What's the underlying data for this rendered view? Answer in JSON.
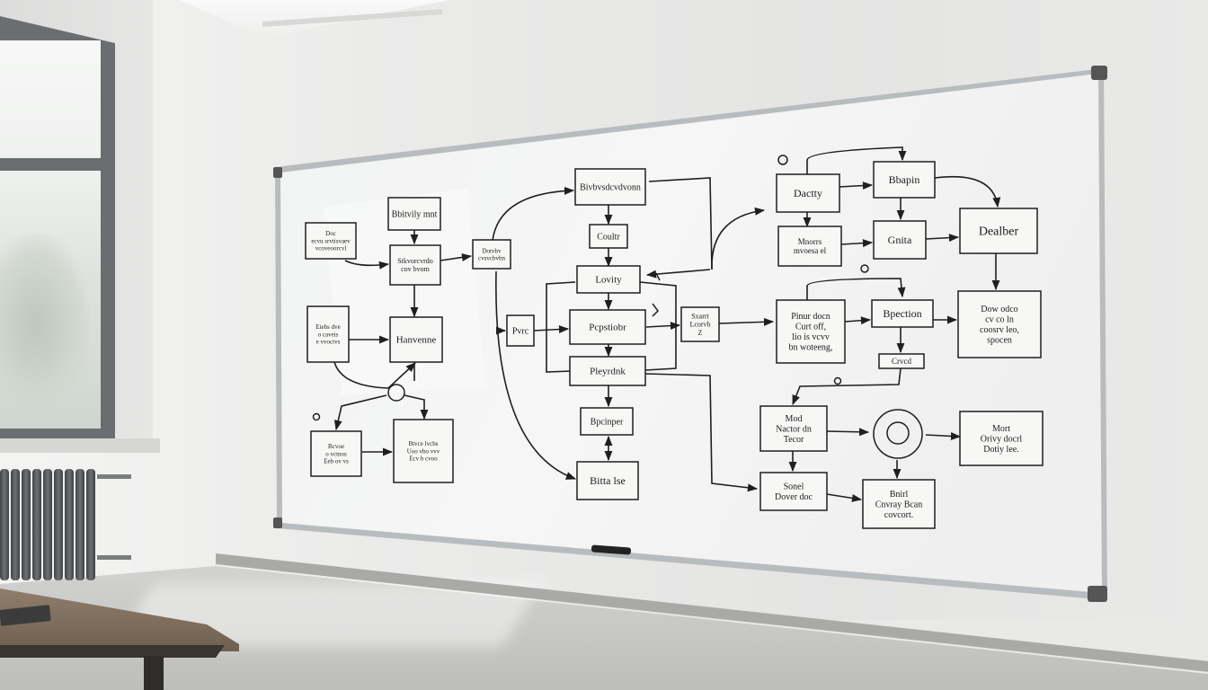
{
  "scene": {
    "description_labels": {
      "window": "window",
      "radiator": "radiator",
      "desk": "desk",
      "whiteboard": "whiteboard"
    }
  },
  "whiteboard": {
    "nodes": [
      {
        "id": "n1",
        "lines": [
          "Bbitvily mnt"
        ]
      },
      {
        "id": "n2",
        "lines": [
          "Doc",
          "ecvu srvtisvaev",
          "vcoveoorcvl"
        ]
      },
      {
        "id": "n3",
        "lines": [
          "Stkvorcvrdo",
          "cov bvom"
        ]
      },
      {
        "id": "n4",
        "lines": [
          "Dotvbv",
          "cvsvcbvbn"
        ]
      },
      {
        "id": "n5",
        "lines": [
          "Bivbvsdcvdvonn"
        ]
      },
      {
        "id": "n6",
        "lines": [
          "Coultr"
        ]
      },
      {
        "id": "n7",
        "lines": [
          "Lovity"
        ]
      },
      {
        "id": "n8",
        "lines": [
          "Pvrc"
        ]
      },
      {
        "id": "n9",
        "lines": [
          "Pcpstiobr"
        ]
      },
      {
        "id": "n10",
        "lines": [
          "Pleyrdnk"
        ]
      },
      {
        "id": "n11",
        "lines": [
          "Bpcinper"
        ]
      },
      {
        "id": "n12",
        "lines": [
          "Bitta lse"
        ]
      },
      {
        "id": "n13",
        "lines": [
          "Hanvenne"
        ]
      },
      {
        "id": "n14",
        "lines": [
          "Eiebs dve",
          "o caveis",
          "e vvoctvs"
        ]
      },
      {
        "id": "n15",
        "lines": [
          "Bcvoe",
          "o vctnos",
          "Eeb ov vs"
        ]
      },
      {
        "id": "n16",
        "lines": [
          "Btvce lvcbs",
          "Uoo vbo vvv",
          "Ecv b cvoo"
        ]
      },
      {
        "id": "n17",
        "lines": [
          "Sxarrt",
          "Lcorvb",
          "Z"
        ]
      },
      {
        "id": "n18",
        "lines": [
          "Dactty"
        ]
      },
      {
        "id": "n19",
        "lines": [
          "Bbapin"
        ]
      },
      {
        "id": "n20",
        "lines": [
          "Mnorrs",
          "mvoesa el"
        ]
      },
      {
        "id": "n21",
        "lines": [
          "Gnita"
        ]
      },
      {
        "id": "n22",
        "lines": [
          "Dealber"
        ]
      },
      {
        "id": "n23",
        "lines": [
          "Pinur docn",
          "Curt off,",
          "lio is vcvv",
          "bn woteeng,"
        ]
      },
      {
        "id": "n24",
        "lines": [
          "Bpection"
        ]
      },
      {
        "id": "n25",
        "lines": [
          "Dow odco",
          "cv co ln",
          "coosrv leo,",
          "spocen"
        ]
      },
      {
        "id": "n26",
        "lines": [
          "Crvcd"
        ]
      },
      {
        "id": "n27",
        "lines": [
          "Mod",
          "Nactor dn",
          "Tecor"
        ]
      },
      {
        "id": "n28",
        "lines": [
          "Mort",
          "Orivy docrl",
          "Dotiy lee."
        ]
      },
      {
        "id": "n29",
        "lines": [
          "Sonel",
          "Dover doc"
        ]
      },
      {
        "id": "n30",
        "lines": [
          "Bnirl",
          "Cnvray Bcan",
          "covcort."
        ]
      }
    ],
    "marker_colors": {
      "ink": "#1f1f1f",
      "board": "#f3f3f2",
      "frame": "#b9bcbe"
    }
  }
}
